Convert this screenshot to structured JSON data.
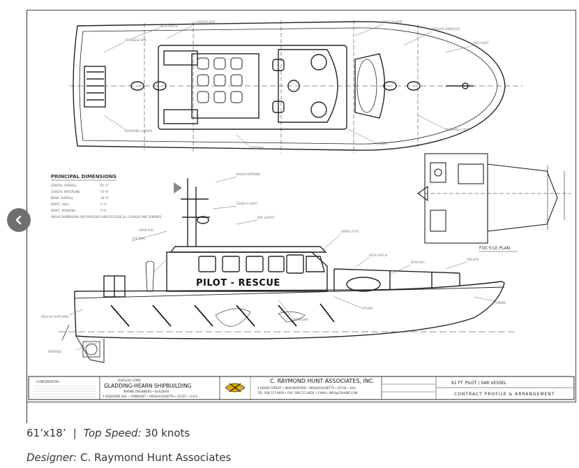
{
  "gallery": {
    "prev_icon": "chevron-left-icon",
    "prev_button_color": "#6f6f6f"
  },
  "drawing": {
    "principal_title": "PRINCIPAL DIMENSIONS",
    "fo_c_sle_plan": "FOC'S'LE PLAN",
    "hull_lettering": "PILOT - RESCUE",
    "builder": {
      "line1": "DUCLOS CORP.",
      "line2": "GLADDING-HEARN SHIPBUILDING",
      "line3": "MARINE ENGINEERS • BUILDERS",
      "line4": "1 RIVERSIDE AVE. • SOMERSET • MASSACHUSETTS • 02725 • U.S.A."
    },
    "confidential": "- CONFIDENTIAL -",
    "designer_box": {
      "name": "C. RAYMOND HUNT ASSOCIATES, INC.",
      "address": "5 DOVER STREET • NEW BEDFORD • MASSACHUSETTS • 02740 • USA",
      "contact": "TEL: 508-717-0600 • FAX: 508-717-0620 • E-MAIL: INFO@CRHUNT.COM"
    },
    "vessel_title": "61 FT. PILOT / SAR VESSEL",
    "sheet_title": "CONTRACT PROFILE & ARRANGEMENT"
  },
  "caption": {
    "size": "61’x18’",
    "separator": "|",
    "speed_label": "Top Speed:",
    "speed_value": "30 knots",
    "designer_label": "Designer:",
    "designer_value": "C. Raymond Hunt Associates"
  }
}
